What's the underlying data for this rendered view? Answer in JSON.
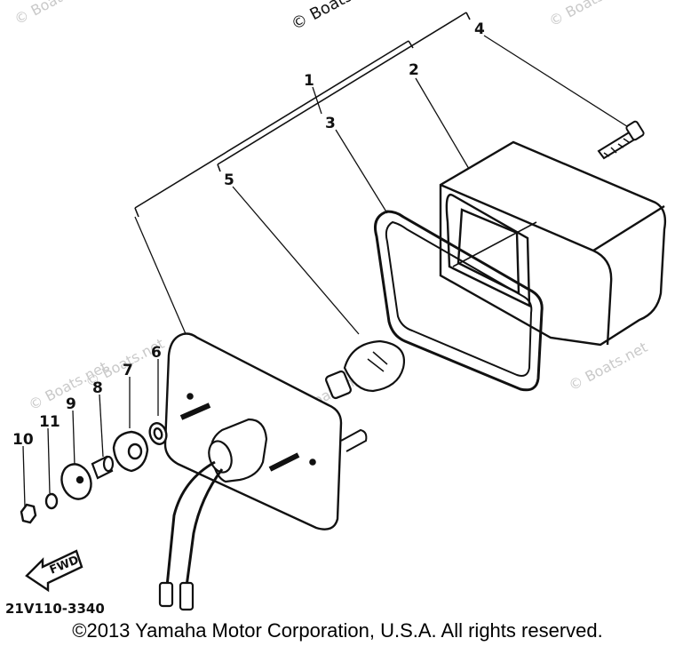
{
  "diagram": {
    "watermarks": [
      "© Boats.net",
      "© Boats",
      "© Boats.net",
      "© Boats.net",
      "© Boats.net",
      "© Boats.net",
      "© Boats.net"
    ],
    "callouts": [
      "1",
      "2",
      "3",
      "4",
      "5",
      "6",
      "7",
      "8",
      "9",
      "10",
      "11"
    ],
    "fwd_label": "FWD",
    "part_code": "21V110-3340"
  },
  "copyright": "©2013 Yamaha Motor Corporation, U.S.A. All rights reserved."
}
